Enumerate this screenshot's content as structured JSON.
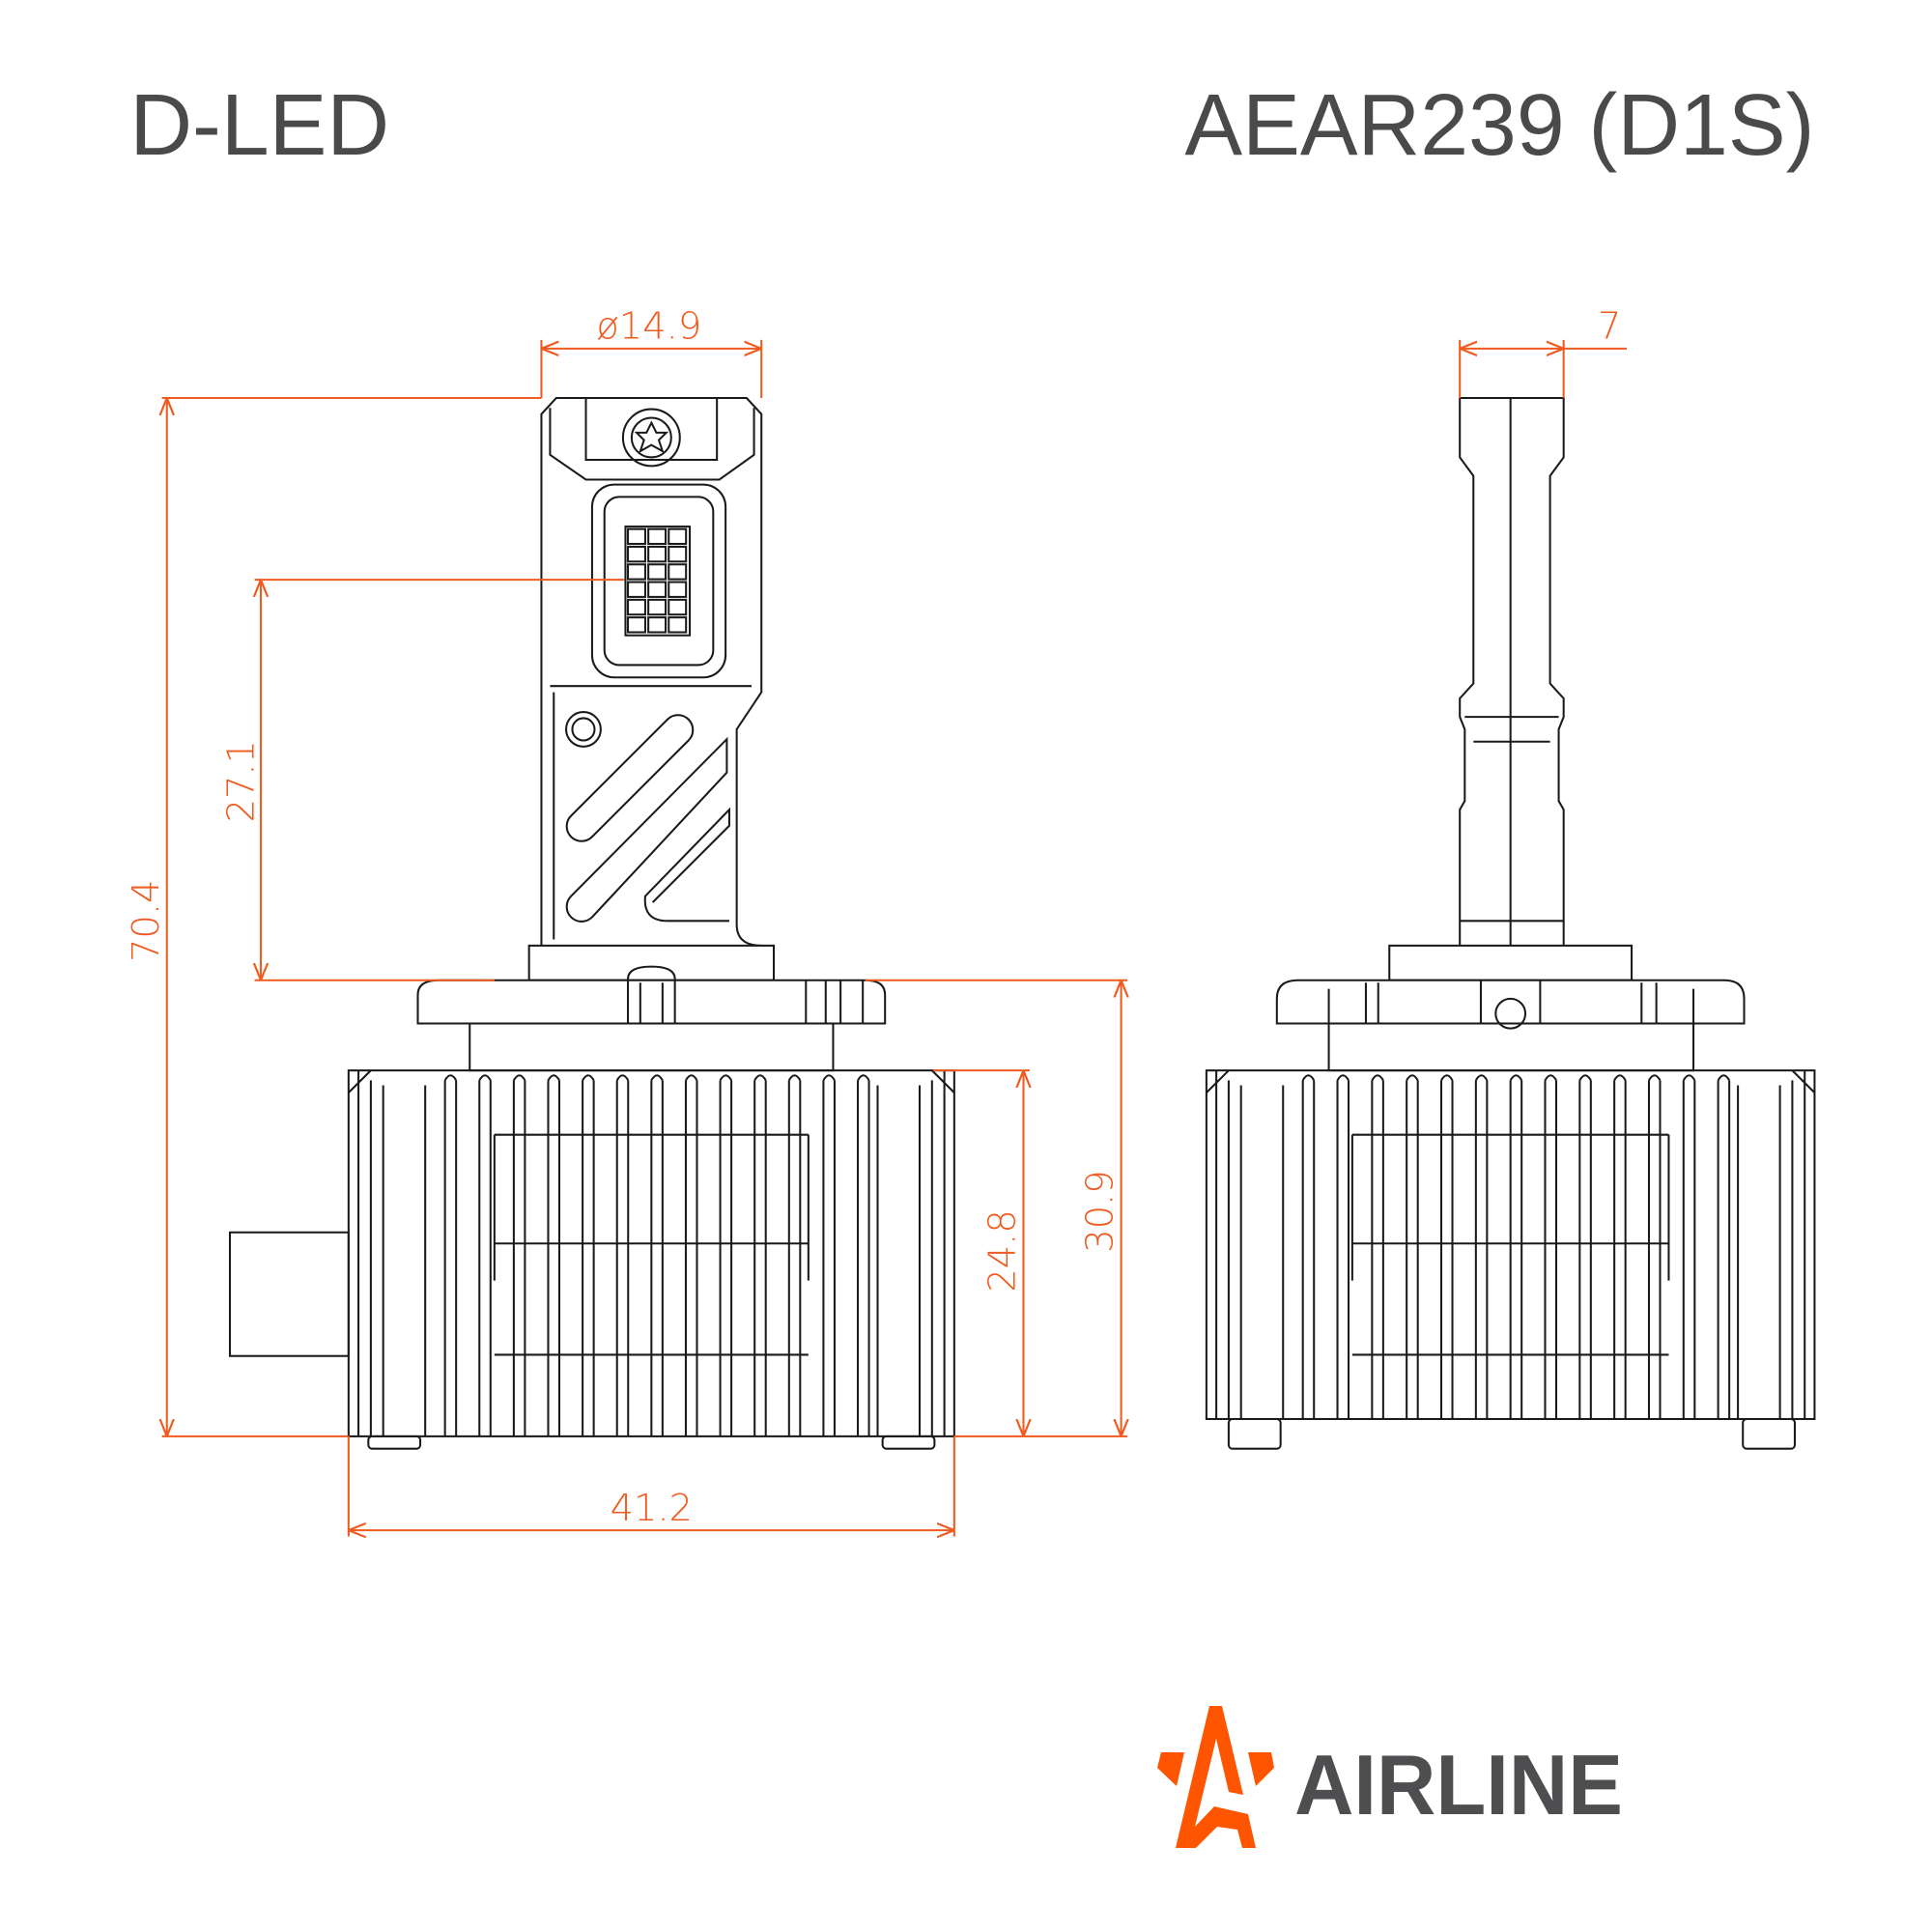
{
  "header": {
    "left_title": "D-LED",
    "right_title": "AEAR239 (D1S)"
  },
  "dimensions": {
    "diameter": "ø14.9",
    "thickness": "7",
    "total_height": "70.4",
    "led_height": "27.1",
    "base_height": "30.9",
    "heatsink_height": "24.8",
    "width": "41.2"
  },
  "logo": {
    "text": "AIRLINE"
  },
  "colors": {
    "accent": "#f05a1e",
    "logo_orange": "#ff5500",
    "text_gray": "#4a4a4a"
  }
}
